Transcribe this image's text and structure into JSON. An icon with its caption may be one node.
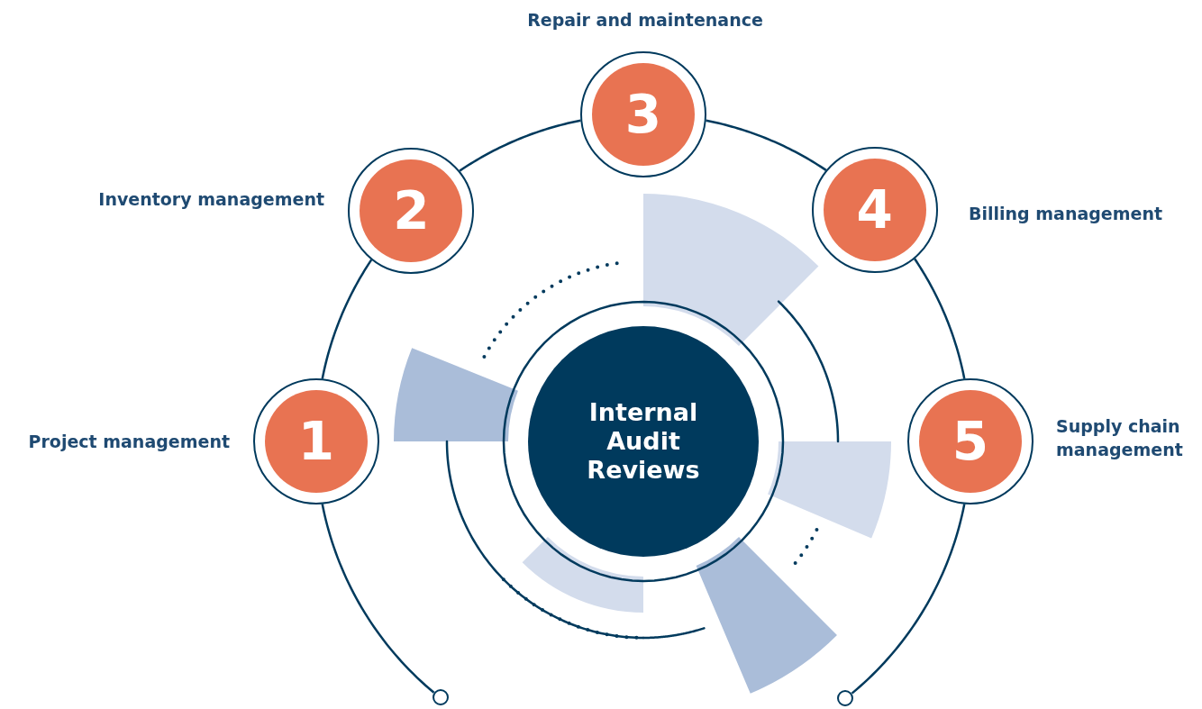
{
  "diagram": {
    "nodes": [
      {
        "text": [
          "Internal Audit Reviews"
        ]
      },
      {
        "text": [
          "1"
        ],
        "beside": [
          "Project management"
        ]
      },
      {
        "text": [
          "2"
        ],
        "beside": [
          "Inventory management"
        ]
      },
      {
        "text": [
          "3"
        ],
        "beside": [
          "Repair and maintenance"
        ]
      },
      {
        "text": [
          "4"
        ],
        "beside": [
          "Billing management"
        ]
      },
      {
        "text": [
          "5"
        ],
        "beside": [
          "Supply chain management"
        ]
      },
      {
        "text": [],
        "shape": "circle"
      },
      {
        "text": [],
        "shape": "circle"
      }
    ],
    "edges": [
      {
        "from": 6,
        "to": 1,
        "arrow": "none"
      },
      {
        "from": 1,
        "to": 2,
        "arrow": "none"
      },
      {
        "from": 2,
        "to": 3,
        "arrow": "none"
      },
      {
        "from": 3,
        "to": 4,
        "arrow": "none"
      },
      {
        "from": 4,
        "to": 5,
        "arrow": "none"
      },
      {
        "from": 5,
        "to": 7,
        "arrow": "none"
      }
    ]
  }
}
